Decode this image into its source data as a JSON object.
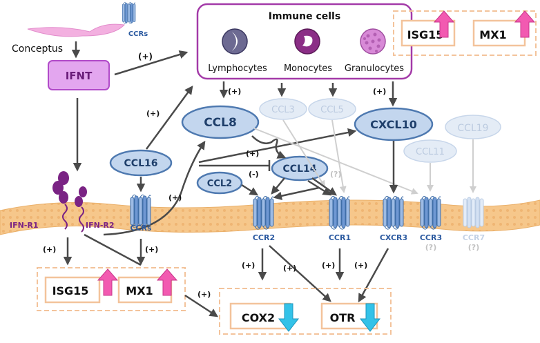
{
  "conceptus_label": "Conceptus",
  "ccrs_top_label": "CCRs",
  "ifnt_label": "IFNT",
  "immune_title": "Immune cells",
  "cell_labels": [
    "Lymphocytes",
    "Monocytes",
    "Granulocytes"
  ],
  "top_right_genes": [
    "ISG15",
    "MX1"
  ],
  "bottom_left_genes": [
    "ISG15",
    "MX1"
  ],
  "bottom_right_genes": [
    "COX2",
    "OTR"
  ],
  "chemokines": {
    "ccl8": "CCL8",
    "ccl3": "CCL3",
    "ccl5": "CCL5",
    "cxcl10": "CXCL10",
    "ccl19": "CCL19",
    "ccl11": "CCL11",
    "ccl16": "CCL16",
    "ccl14": "CCL14",
    "ccl2": "CCL2"
  },
  "receptors": {
    "ifnr1": "IFN-R1",
    "ifnr2": "IFN-R2",
    "ccrs": "CCRs",
    "ccr2": "CCR2",
    "ccr1": "CCR1",
    "cxcr3": "CXCR3",
    "ccr3": "CCR3",
    "ccr7": "CCR7"
  },
  "signs": {
    "plus": "(+)",
    "minus": "(-)",
    "unknown": "(?)"
  },
  "colors": {
    "ifnt_fill": "#e3a6ef",
    "ifnt_stroke": "#b14ac9",
    "immune_border": "#a33aa8",
    "chem_fill": "#c3d6ee",
    "chem_stroke": "#4e79b0",
    "chem_text": "#1f3f6b",
    "faded_fill": "#e4ecf6",
    "faded_text": "#bccbe0",
    "membrane": "#f7c98c",
    "gene_box": "#f3c39b",
    "up_arrow": "#f25ab1",
    "down_arrow": "#33c2e8",
    "arrow": "#4a4a4a",
    "faded_arrow": "#cccccc",
    "receptor_purple": "#7a2384"
  }
}
